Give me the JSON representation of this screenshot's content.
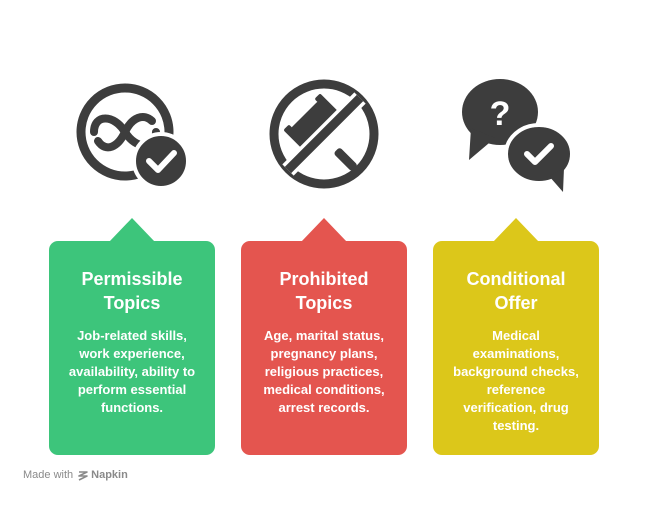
{
  "colors": {
    "icon": "#3d3d3d",
    "permissible": "#3dc57b",
    "prohibited": "#e4554f",
    "conditional": "#dcc71a"
  },
  "cards": [
    {
      "title": "Permissible\nTopics",
      "description": "Job-related skills,\nwork experience,\navailability, ability to\nperform essential\nfunctions.",
      "icon": "infinity-check-icon"
    },
    {
      "title": "Prohibited\nTopics",
      "description": "Age, marital status,\npregnancy plans,\nreligious practices,\nmedical conditions,\narrest records.",
      "icon": "no-gavel-icon"
    },
    {
      "title": "Conditional\nOffer",
      "description": "Medical\nexaminations,\nbackground checks,\nreference\nverification, drug\ntesting.",
      "icon": "question-check-bubbles-icon"
    }
  ],
  "footer": {
    "prefix": "Made with",
    "brand": "Napkin"
  }
}
